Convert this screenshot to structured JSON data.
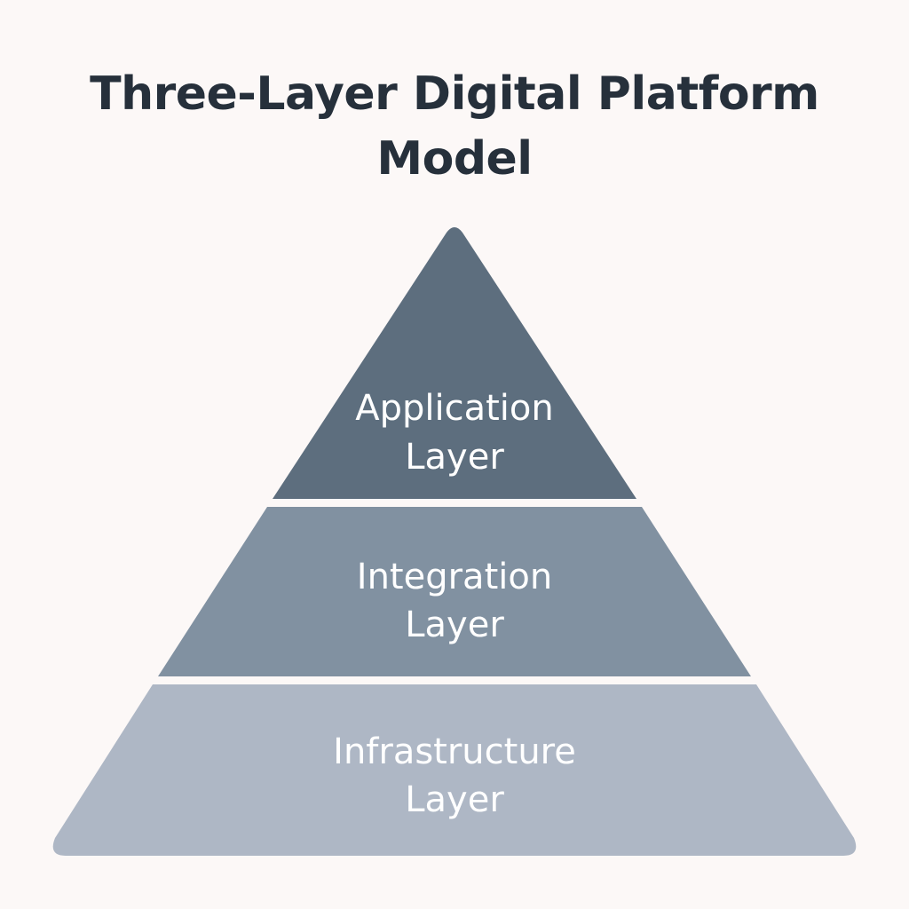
{
  "title": {
    "line1": "Three-Layer Digital Platform",
    "line2": "Model"
  },
  "layers": [
    {
      "line1": "Application",
      "line2": "Layer",
      "color": "#5d6e7e"
    },
    {
      "line1": "Integration",
      "line2": "Layer",
      "color": "#8191a1"
    },
    {
      "line1": "Infrastructure",
      "line2": "Layer",
      "color": "#aeb7c5"
    }
  ],
  "colors": {
    "background": "#fcf8f7",
    "title": "#26303b",
    "label": "#ffffff"
  }
}
